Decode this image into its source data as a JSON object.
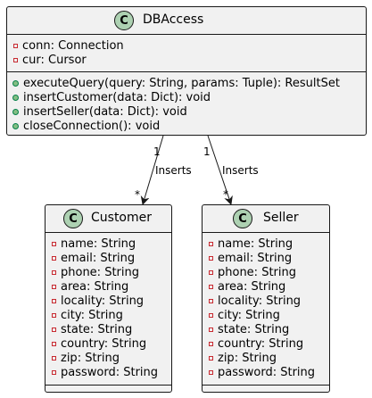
{
  "classes": {
    "dbaccess": {
      "badge": "C",
      "name": "DBAccess",
      "attributes": [
        {
          "visibility": "private",
          "text": "conn: Connection"
        },
        {
          "visibility": "private",
          "text": "cur: Cursor"
        }
      ],
      "methods": [
        {
          "visibility": "public",
          "text": "executeQuery(query: String, params: Tuple): ResultSet"
        },
        {
          "visibility": "public",
          "text": "insertCustomer(data: Dict): void"
        },
        {
          "visibility": "public",
          "text": "insertSeller(data: Dict): void"
        },
        {
          "visibility": "public",
          "text": "closeConnection(): void"
        }
      ]
    },
    "customer": {
      "badge": "C",
      "name": "Customer",
      "attributes": [
        {
          "visibility": "private",
          "text": "name: String"
        },
        {
          "visibility": "private",
          "text": "email: String"
        },
        {
          "visibility": "private",
          "text": "phone: String"
        },
        {
          "visibility": "private",
          "text": "area: String"
        },
        {
          "visibility": "private",
          "text": "locality: String"
        },
        {
          "visibility": "private",
          "text": "city: String"
        },
        {
          "visibility": "private",
          "text": "state: String"
        },
        {
          "visibility": "private",
          "text": "country: String"
        },
        {
          "visibility": "private",
          "text": "zip: String"
        },
        {
          "visibility": "private",
          "text": "password: String"
        }
      ]
    },
    "seller": {
      "badge": "C",
      "name": "Seller",
      "attributes": [
        {
          "visibility": "private",
          "text": "name: String"
        },
        {
          "visibility": "private",
          "text": "email: String"
        },
        {
          "visibility": "private",
          "text": "phone: String"
        },
        {
          "visibility": "private",
          "text": "area: String"
        },
        {
          "visibility": "private",
          "text": "locality: String"
        },
        {
          "visibility": "private",
          "text": "city: String"
        },
        {
          "visibility": "private",
          "text": "state: String"
        },
        {
          "visibility": "private",
          "text": "country: String"
        },
        {
          "visibility": "private",
          "text": "zip: String"
        },
        {
          "visibility": "private",
          "text": "password: String"
        }
      ]
    }
  },
  "relations": [
    {
      "from": "DBAccess",
      "to": "Customer",
      "label": "Inserts",
      "source_multiplicity": "1",
      "target_multiplicity": "*"
    },
    {
      "from": "DBAccess",
      "to": "Seller",
      "label": "Inserts",
      "source_multiplicity": "1",
      "target_multiplicity": "*"
    }
  ],
  "colors": {
    "class_fill": "#f1f1f1",
    "border": "#181818",
    "badge_fill": "#add1b2",
    "private_marker": "#c82930",
    "public_marker_fill": "#84be84",
    "public_marker_border": "#038048"
  }
}
